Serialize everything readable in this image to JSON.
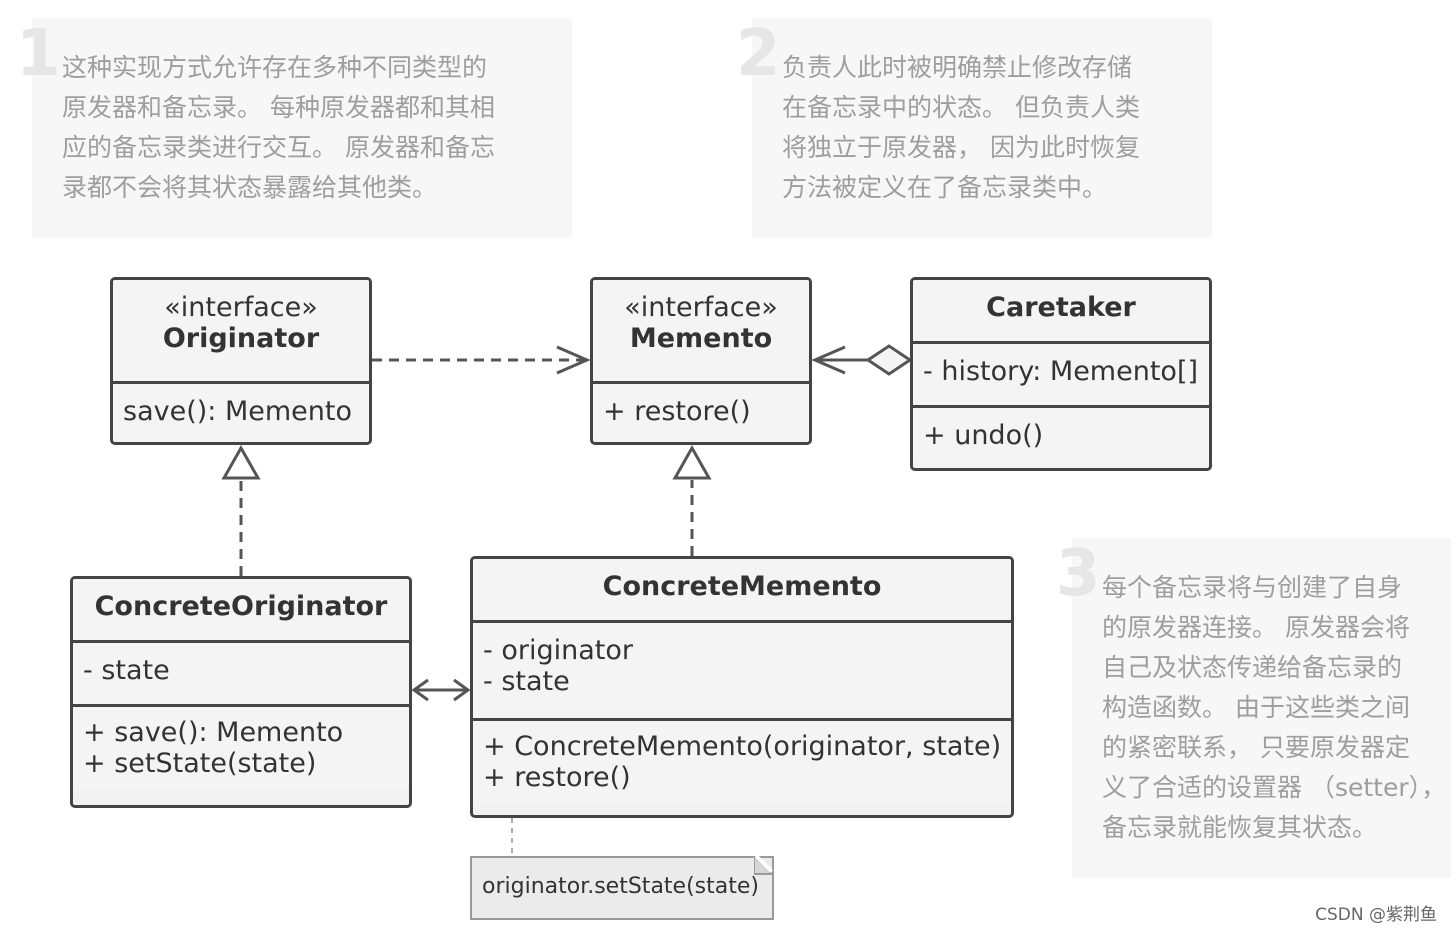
{
  "notes": [
    {
      "number": "1",
      "text": "这种实现方式允许存在多种不同类型的\n原发器和备忘录。 每种原发器都和其相\n应的备忘录类进行交互。 原发器和备忘\n录都不会将其状态暴露给其他类。"
    },
    {
      "number": "2",
      "text": "负责人此时被明确禁止修改存储\n在备忘录中的状态。 但负责人类\n将独立于原发器， 因为此时恢复\n方法被定义在了备忘录类中。"
    },
    {
      "number": "3",
      "text": "每个备忘录将与创建了自身\n的原发器连接。 原发器会将\n自己及状态传递给备忘录的\n构造函数。 由于这些类之间\n的紧密联系， 只要原发器定\n义了合适的设置器 （setter），\n备忘录就能恢复其状态。"
    }
  ],
  "classes": {
    "originator": {
      "stereotype": "«interface»",
      "name": "Originator",
      "methods": [
        "save(): Memento"
      ]
    },
    "memento": {
      "stereotype": "«interface»",
      "name": "Memento",
      "methods": [
        "+ restore()"
      ]
    },
    "caretaker": {
      "name": "Caretaker",
      "fields": [
        "- history: Memento[]"
      ],
      "methods": [
        "+ undo()"
      ]
    },
    "concrete_originator": {
      "name": "ConcreteOriginator",
      "fields": [
        "- state"
      ],
      "methods": [
        "+ save(): Memento",
        "+ setState(state)"
      ]
    },
    "concrete_memento": {
      "name": "ConcreteMemento",
      "fields": [
        "- originator",
        "- state"
      ],
      "methods": [
        "+ ConcreteMemento(originator, state)",
        "+ restore()"
      ]
    }
  },
  "code_note": "originator.setState(state)",
  "watermark": "CSDN @紫荆鱼",
  "colors": {
    "border": "#444444",
    "class_fill": "#f4f4f4",
    "note_fill": "#f7f7f7",
    "note_text": "#9e9e9e"
  }
}
